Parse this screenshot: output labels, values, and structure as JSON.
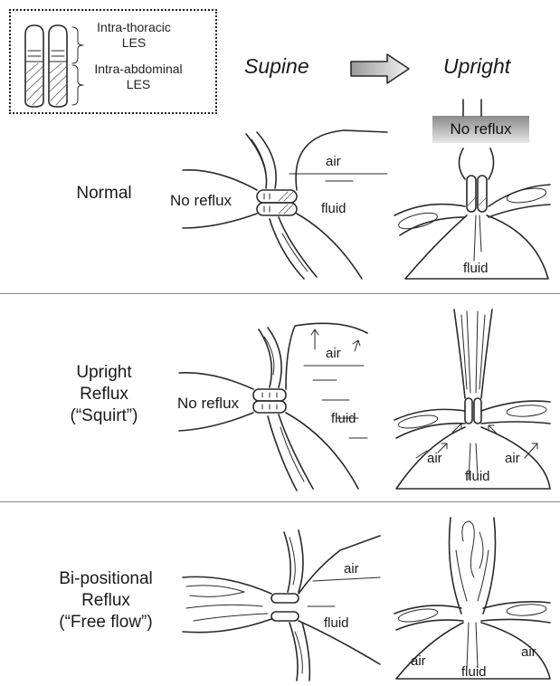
{
  "legend": {
    "intra_thoracic": [
      "Intra-thoracic",
      "LES"
    ],
    "intra_abdominal": [
      "Intra-abdominal",
      "LES"
    ]
  },
  "header": {
    "left": "Supine",
    "right": "Upright"
  },
  "rows": [
    {
      "label": [
        "Normal"
      ],
      "supine": {
        "no_reflux": "No reflux",
        "air": "air",
        "fluid": "fluid"
      },
      "upright": {
        "banner": "No reflux",
        "fluid": "fluid"
      }
    },
    {
      "label": [
        "Upright",
        "Reflux",
        "(“Squirt”)"
      ],
      "supine": {
        "no_reflux": "No reflux",
        "air": "air",
        "fluid": "fluid"
      },
      "upright": {
        "air_left": "air",
        "air_right": "air",
        "fluid": "fluid"
      }
    },
    {
      "label": [
        "Bi-positional",
        "Reflux",
        "(“Free flow”)"
      ],
      "supine": {
        "air": "air",
        "fluid": "fluid"
      },
      "upright": {
        "air_left": "air",
        "air_right": "air",
        "fluid": "fluid"
      }
    }
  ],
  "icons": {
    "arrow": "right-arrow-icon"
  },
  "colors": {
    "banner_dark": "#8a8a8a",
    "banner_light": "#e6e6e6",
    "divider": "#888888"
  }
}
